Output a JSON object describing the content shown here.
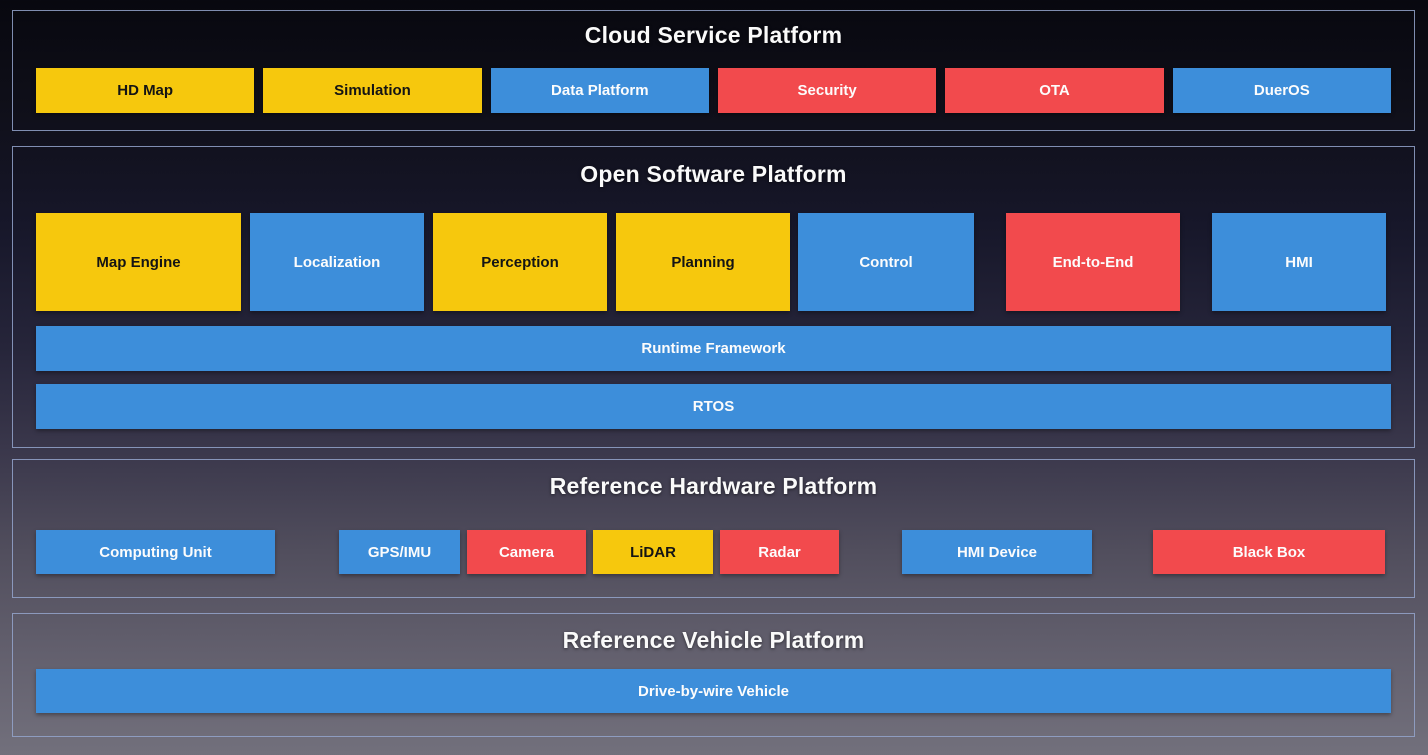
{
  "colors": {
    "yellow": "#F6C80D",
    "blue": "#3D8EDA",
    "red": "#F24A4D",
    "section_border": "#94A4CD",
    "background_top": "#08080F",
    "background_bottom": "#72707C",
    "title_text": "#FAFAFA"
  },
  "sections": {
    "cloud": {
      "title": "Cloud Service Platform",
      "boxes": [
        {
          "label": "HD Map",
          "color": "yellow"
        },
        {
          "label": "Simulation",
          "color": "yellow"
        },
        {
          "label": "Data Platform",
          "color": "blue"
        },
        {
          "label": "Security",
          "color": "red"
        },
        {
          "label": "OTA",
          "color": "red"
        },
        {
          "label": "DuerOS",
          "color": "blue"
        }
      ]
    },
    "software": {
      "title": "Open Software Platform",
      "modules": [
        {
          "label": "Map Engine",
          "color": "yellow"
        },
        {
          "label": "Localization",
          "color": "blue"
        },
        {
          "label": "Perception",
          "color": "yellow"
        },
        {
          "label": "Planning",
          "color": "yellow"
        },
        {
          "label": "Control",
          "color": "blue"
        },
        {
          "label": "End-to-End",
          "color": "red"
        },
        {
          "label": "HMI",
          "color": "blue"
        }
      ],
      "bars": [
        {
          "label": "Runtime Framework",
          "color": "blue"
        },
        {
          "label": "RTOS",
          "color": "blue"
        }
      ]
    },
    "hardware": {
      "title": "Reference Hardware Platform",
      "boxes": [
        {
          "label": "Computing Unit",
          "color": "blue"
        },
        {
          "label": "GPS/IMU",
          "color": "blue"
        },
        {
          "label": "Camera",
          "color": "red"
        },
        {
          "label": "LiDAR",
          "color": "yellow"
        },
        {
          "label": "Radar",
          "color": "red"
        },
        {
          "label": "HMI Device",
          "color": "blue"
        },
        {
          "label": "Black Box",
          "color": "red"
        }
      ]
    },
    "vehicle": {
      "title": "Reference Vehicle Platform",
      "bars": [
        {
          "label": "Drive-by-wire Vehicle",
          "color": "blue"
        }
      ]
    }
  }
}
